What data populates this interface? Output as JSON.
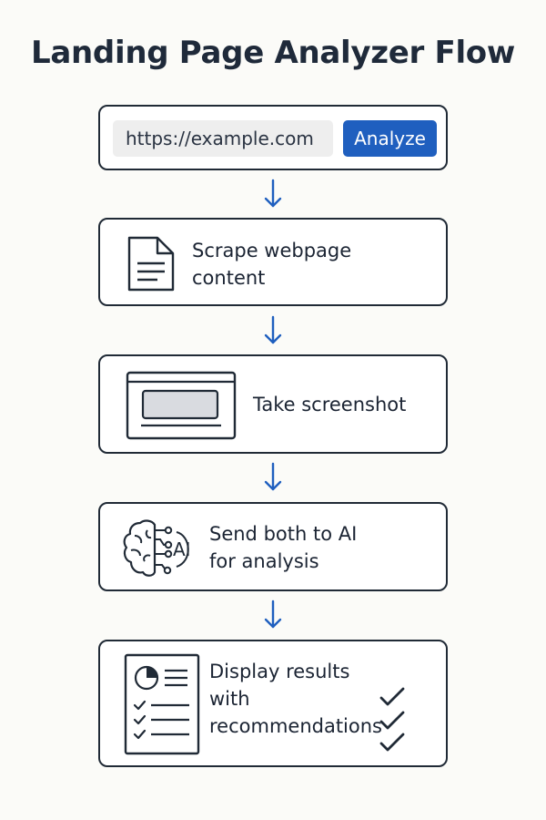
{
  "title": "Landing Page Analyzer Flow",
  "url_step": {
    "url_value": "https://example.com",
    "button_label": "Analyze"
  },
  "steps": [
    {
      "label_line1": "Scrape webpage",
      "label_line2": "content",
      "icon": "document-icon"
    },
    {
      "label_line1": "Take screenshot",
      "icon": "browser-window-icon"
    },
    {
      "label_line1": "Send both to AI",
      "label_line2": "for analysis",
      "icon": "ai-brain-icon",
      "icon_text": "AI"
    },
    {
      "label_line1": "Display results",
      "label_line2": "with",
      "label_line3": "recommendations",
      "icon": "report-icon"
    }
  ],
  "colors": {
    "accent": "#1f5fbf",
    "border": "#202a36",
    "text": "#1b2433",
    "background": "#fbfbf8"
  }
}
